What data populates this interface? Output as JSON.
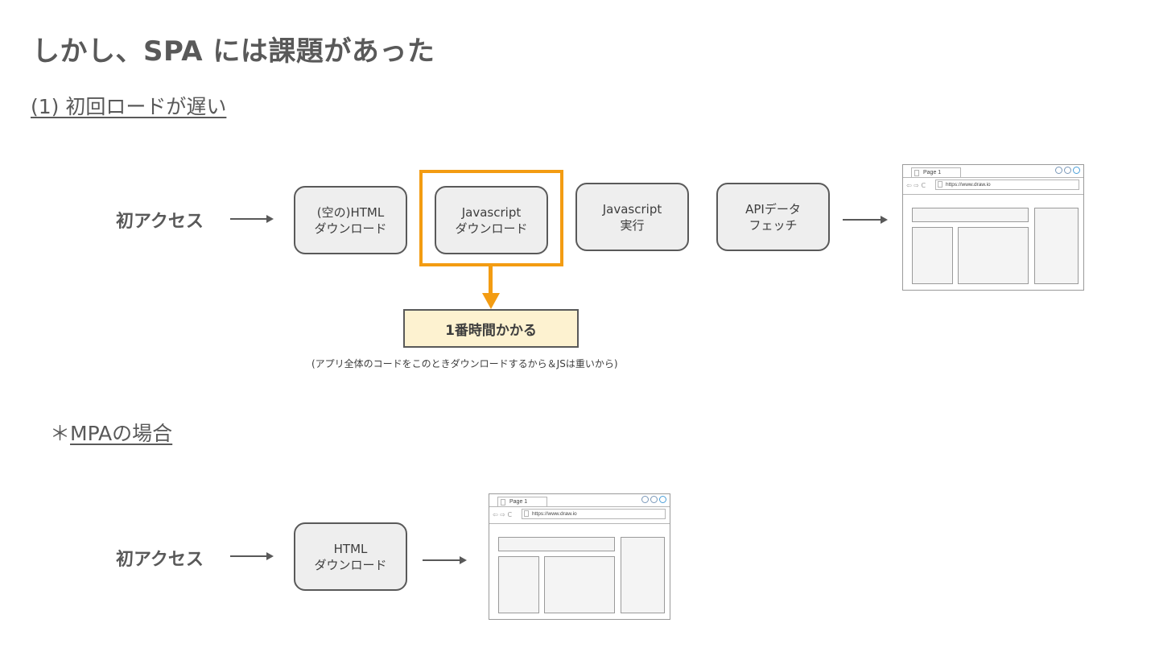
{
  "title": "しかし、SPA には課題があった",
  "section1": {
    "heading": "(1) 初回ロードが遅い",
    "access_label": "初アクセス",
    "steps": [
      {
        "line1": "(空の)HTML",
        "line2": "ダウンロード"
      },
      {
        "line1": "Javascript",
        "line2": "ダウンロード"
      },
      {
        "line1": "Javascript",
        "line2": "実行"
      },
      {
        "line1": "APIデータ",
        "line2": "フェッチ"
      }
    ],
    "callout": "1番時間かかる",
    "callout_note": "(アプリ全体のコードをこのときダウンロードするから＆JSは重いから)",
    "highlight_color": "#f39c12"
  },
  "section2": {
    "marker": "＊",
    "heading": "MPAの場合",
    "access_label": "初アクセス",
    "steps": [
      {
        "line1": "HTML",
        "line2": "ダウンロード"
      }
    ]
  },
  "browser": {
    "tab_label": "Page 1",
    "nav_glyphs": "⇦ ⇨ C",
    "url": "https://www.draw.io"
  }
}
